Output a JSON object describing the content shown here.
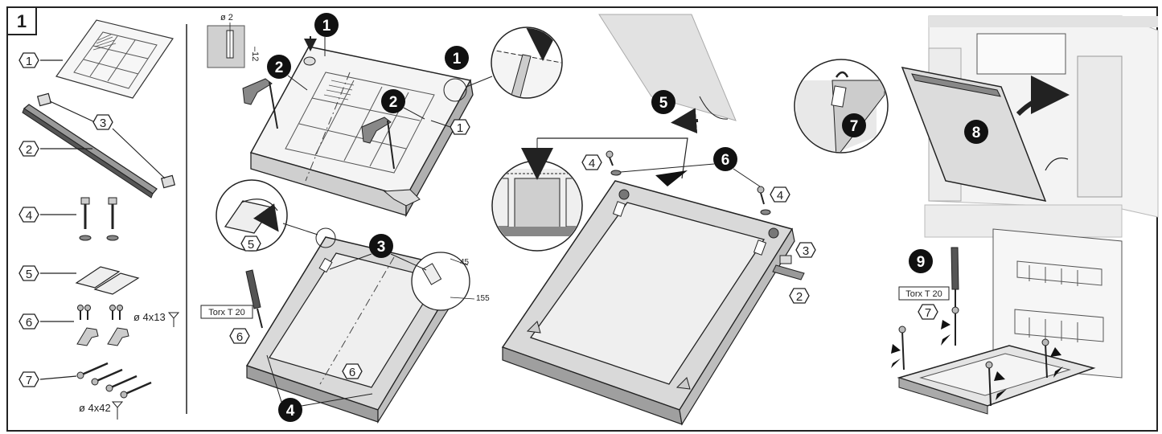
{
  "figure": {
    "number": "1",
    "parts": [
      {
        "id": "1",
        "label": "1"
      },
      {
        "id": "2",
        "label": "2"
      },
      {
        "id": "3",
        "label": "3"
      },
      {
        "id": "4",
        "label": "4"
      },
      {
        "id": "5",
        "label": "5"
      },
      {
        "id": "6",
        "label": "6",
        "spec": "ø 4x13"
      },
      {
        "id": "7",
        "label": "7",
        "spec": "ø 4x42"
      }
    ],
    "detail": {
      "diameter": "ø 2",
      "depth": "–12"
    },
    "dims": {
      "a": "45",
      "b": "155"
    },
    "tool": "Torx T 20",
    "steps": {
      "s1": "1",
      "s2": "2",
      "s3": "3",
      "s4": "4",
      "s5": "5",
      "s6": "6",
      "s7": "7",
      "s8": "8",
      "s9": "9"
    }
  },
  "colors": {
    "ink": "#222222",
    "panel": "#d8d8d8",
    "light": "#efefef",
    "dark": "#8a8a8a"
  }
}
